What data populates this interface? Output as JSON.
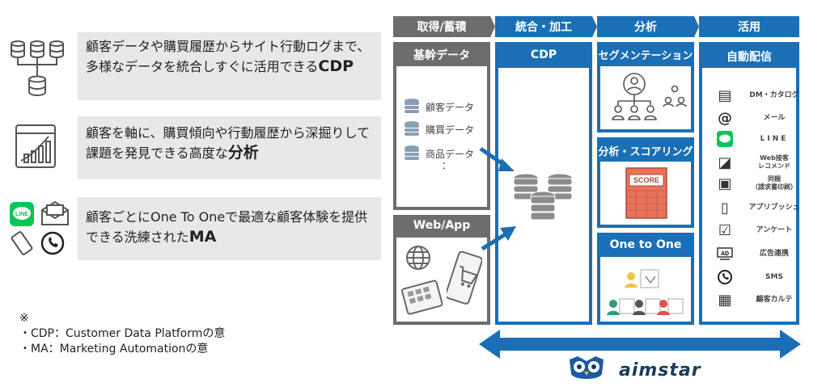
{
  "features": [
    {
      "text": "顧客データや購買履歴からサイト行動ログまで、多様なデータを統合しすぐに活用できる",
      "em": "CDP",
      "icon": "database-network-icon"
    },
    {
      "text": "顧客を軸に、購買傾向や行動履歴から深掘りして課題を発見できる高度な",
      "em": "分析",
      "icon": "analytics-chart-icon"
    },
    {
      "text": "顧客ごとにOne To Oneで最適な顧客体験を提供できる洗練された",
      "em": "MA",
      "icon": "messaging-apps-icon"
    }
  ],
  "note": {
    "mark": "※",
    "line1": "・CDP：Customer Data Platformの意",
    "line2": "・MA：Marketing Automationの意"
  },
  "stages": [
    "取得/蓄積",
    "統合・加工",
    "分析",
    "活用"
  ],
  "sources": {
    "core": {
      "title": "基幹データ",
      "items": [
        "顧客データ",
        "購買データ",
        "商品データ"
      ],
      "more": "："
    },
    "web": {
      "title": "Web/App"
    }
  },
  "cdp": {
    "title": "CDP"
  },
  "analysis": {
    "segmentation": "セグメンテーション",
    "scoring": "分析・スコアリング",
    "score_label": "SCORE",
    "one_to_one": "One to One"
  },
  "delivery": {
    "title": "自動配信",
    "channels": [
      {
        "label": "DM・カタログ",
        "icon": "document-icon"
      },
      {
        "label": "メール",
        "icon": "at-sign-icon"
      },
      {
        "label": "LINE",
        "icon": "line-icon"
      },
      {
        "label": "Web接客\nレコメンド",
        "icon": "web-tag-icon"
      },
      {
        "label": "同梱\n（請求書印刷）",
        "icon": "package-icon"
      },
      {
        "label": "アプリプッシュ",
        "icon": "smartphone-icon"
      },
      {
        "label": "アンケート",
        "icon": "clipboard-icon"
      },
      {
        "label": "広告連携",
        "icon": "ad-icon"
      },
      {
        "label": "SMS",
        "icon": "phone-icon"
      },
      {
        "label": "顧客カルテ",
        "icon": "chart-file-icon"
      }
    ]
  },
  "brand": {
    "name": "aimstar"
  },
  "colors": {
    "blue": "#1a6fb6",
    "gray": "#6d6d6d",
    "feature_bg": "#e8e8e8",
    "line_green": "#06c755"
  }
}
